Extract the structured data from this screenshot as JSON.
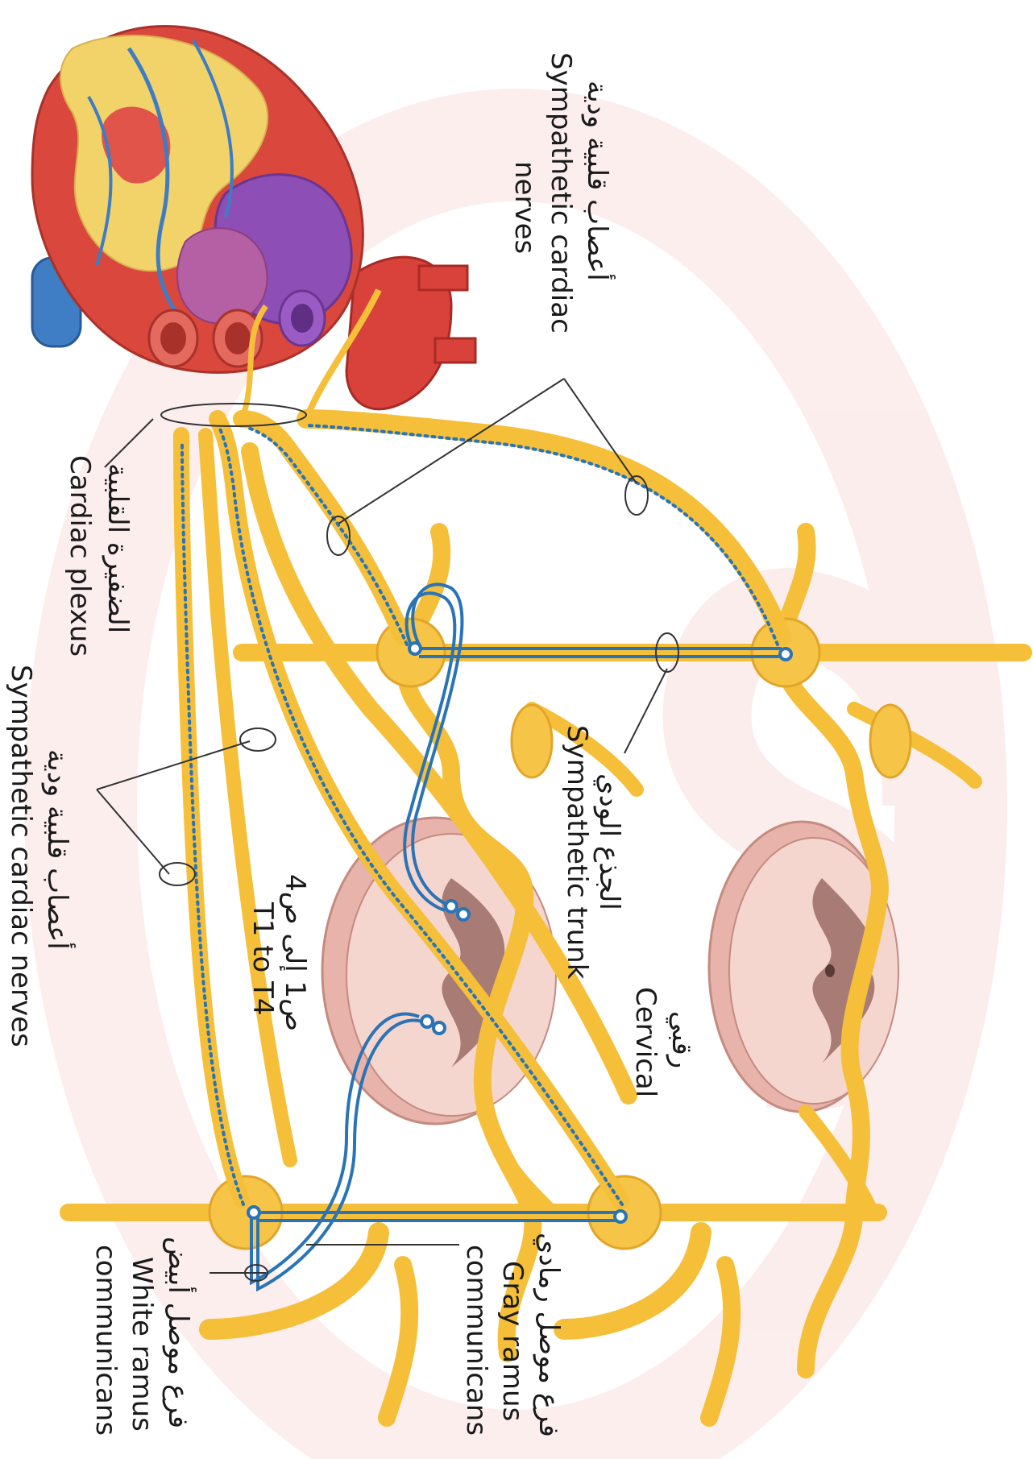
{
  "labels": {
    "cardiac_nerves_top_ar": "أعصاب قلبية ودية",
    "cardiac_nerves_top_en_1": "Sympathetic cardiac",
    "cardiac_nerves_top_en_2": "nerves",
    "plexus_ar": "الضفيرة القلبية",
    "plexus_en": "Cardiac plexus",
    "cardiac_nerves_bottom_ar": "أعصاب قلبية ودية",
    "cardiac_nerves_bottom_en": "Sympathetic cardiac nerves",
    "trunk_ar": "الجذع الودي",
    "trunk_en": "Sympathetic trunk",
    "cervical_ar": "رقبي",
    "cervical_en": "Cervical",
    "t1t4_ar": "ص1 إلى ص4",
    "t1t4_en": "T1 to T4",
    "gray_ar": "فرع موصل رمادي",
    "gray_en_1": "Gray ramus",
    "gray_en_2": "communicans",
    "white_ar": "فرع موصل أبيض",
    "white_en_1": "White ramus",
    "white_en_2": "communicans"
  },
  "colors": {
    "nerve": "#f7c23c",
    "nerve_dark": "#e3a52a",
    "fiber_blue": "#2a74b5",
    "heart_red": "#d8423a",
    "fat_yellow": "#f1d36a",
    "atrium_purple": "#8d4fb5",
    "cord_pink": "#e9b8b0",
    "gray_matter": "#a27a73",
    "watermark": "#fbe3e3"
  }
}
